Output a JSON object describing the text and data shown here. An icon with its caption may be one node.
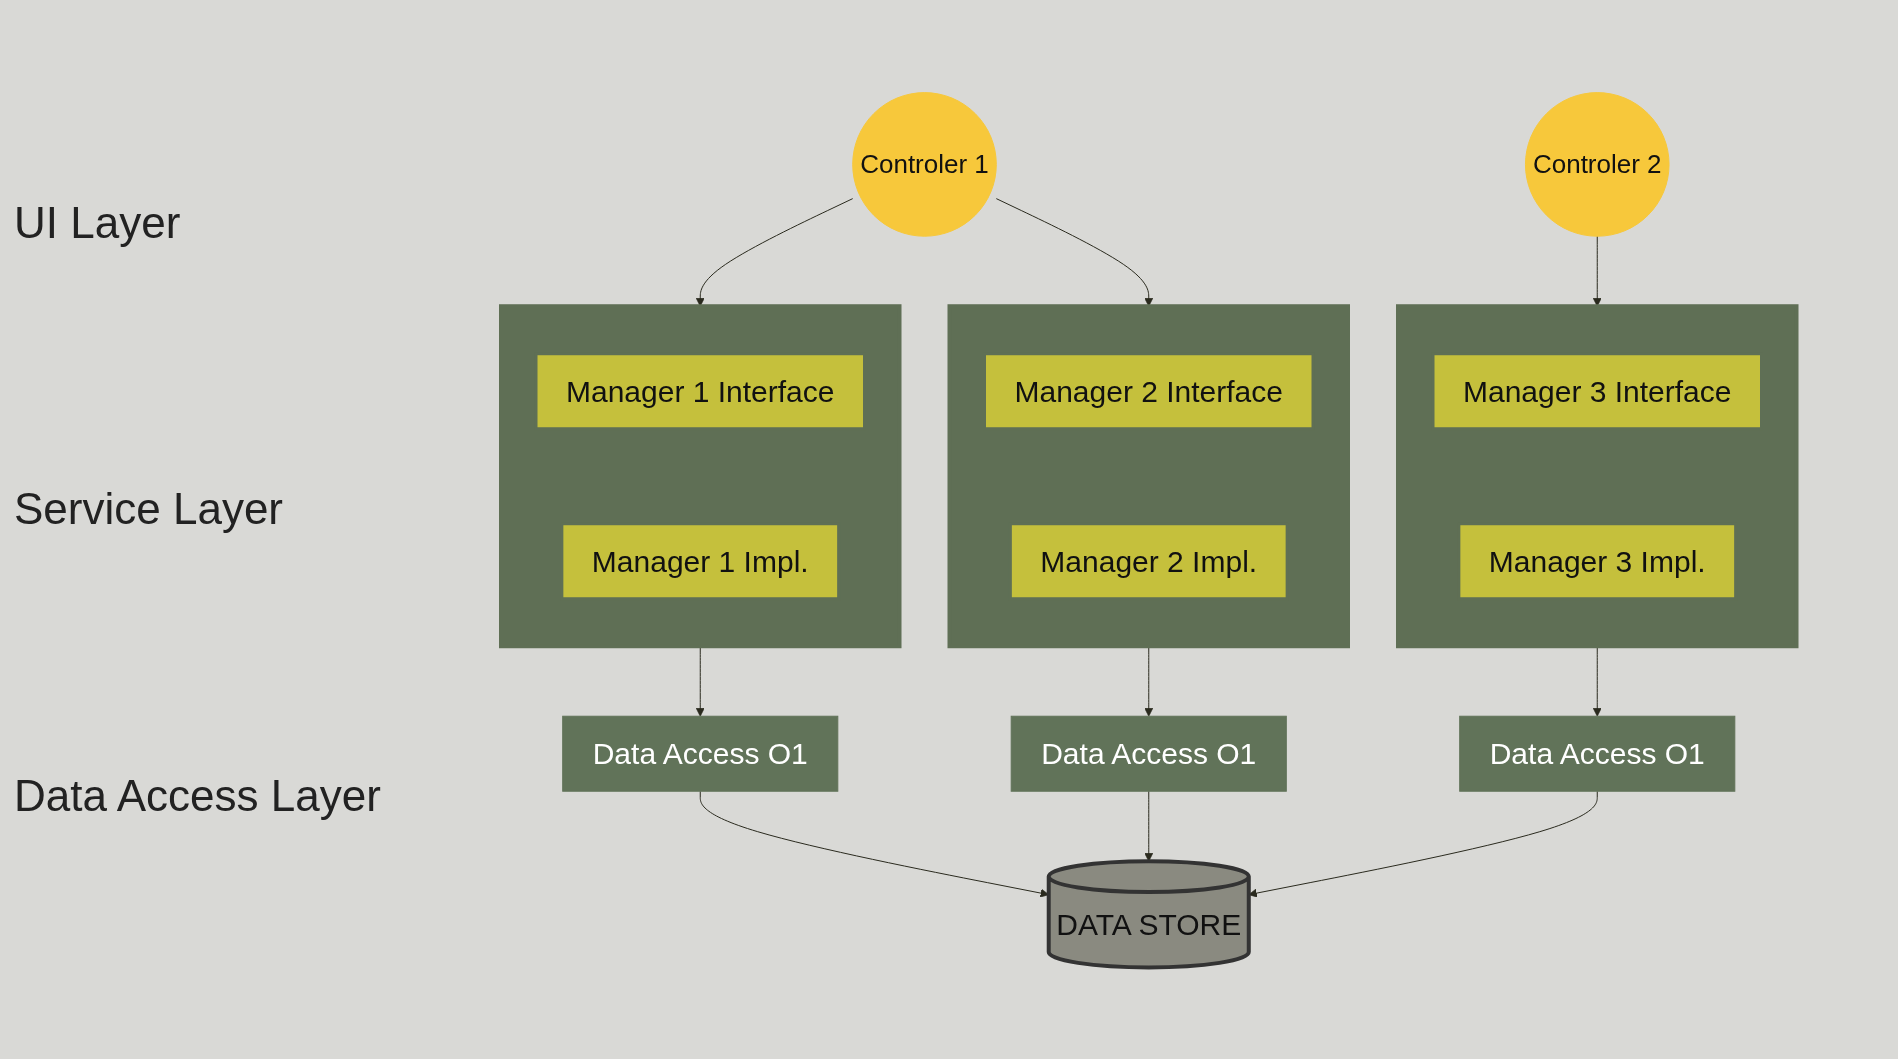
{
  "diagram": {
    "nodes": [
      {
        "text": [
          "Controler 1"
        ]
      },
      {
        "text": [
          "Controler 2"
        ]
      },
      {
        "text": [],
        "shape": "box"
      },
      {
        "text": [
          "Manager 1 Interface"
        ],
        "in": 2
      },
      {
        "text": [
          "Manager 1 Impl."
        ],
        "in": 2
      },
      {
        "text": [],
        "shape": "box"
      },
      {
        "text": [
          "Manager 2 Interface"
        ],
        "in": 5
      },
      {
        "text": [
          "Manager 2 Impl."
        ],
        "in": 5
      },
      {
        "text": [],
        "shape": "box"
      },
      {
        "text": [
          "Manager 3 Interface"
        ],
        "in": 8
      },
      {
        "text": [
          "Manager 3 Impl."
        ],
        "in": 8
      },
      {
        "text": [
          "Data Access O1"
        ]
      },
      {
        "text": [
          "Data Access O1"
        ]
      },
      {
        "text": [
          "Data Access O1"
        ]
      },
      {
        "text": [
          "DATA STORE"
        ]
      }
    ],
    "edges": [
      {
        "from": 0,
        "to": 2,
        "arrow": "to"
      },
      {
        "from": 0,
        "to": 5,
        "arrow": "to"
      },
      {
        "from": 1,
        "to": 8,
        "arrow": "to"
      },
      {
        "from": 2,
        "to": 11,
        "arrow": "to"
      },
      {
        "from": 5,
        "to": 12,
        "arrow": "to"
      },
      {
        "from": 8,
        "to": 13,
        "arrow": "to"
      },
      {
        "from": 11,
        "to": 14,
        "arrow": "to"
      },
      {
        "from": 12,
        "to": 14,
        "arrow": "to"
      },
      {
        "from": 13,
        "to": 14,
        "arrow": "to"
      }
    ],
    "labels": [
      "UI Layer",
      "Service Layer",
      "Data Access Layer"
    ]
  }
}
